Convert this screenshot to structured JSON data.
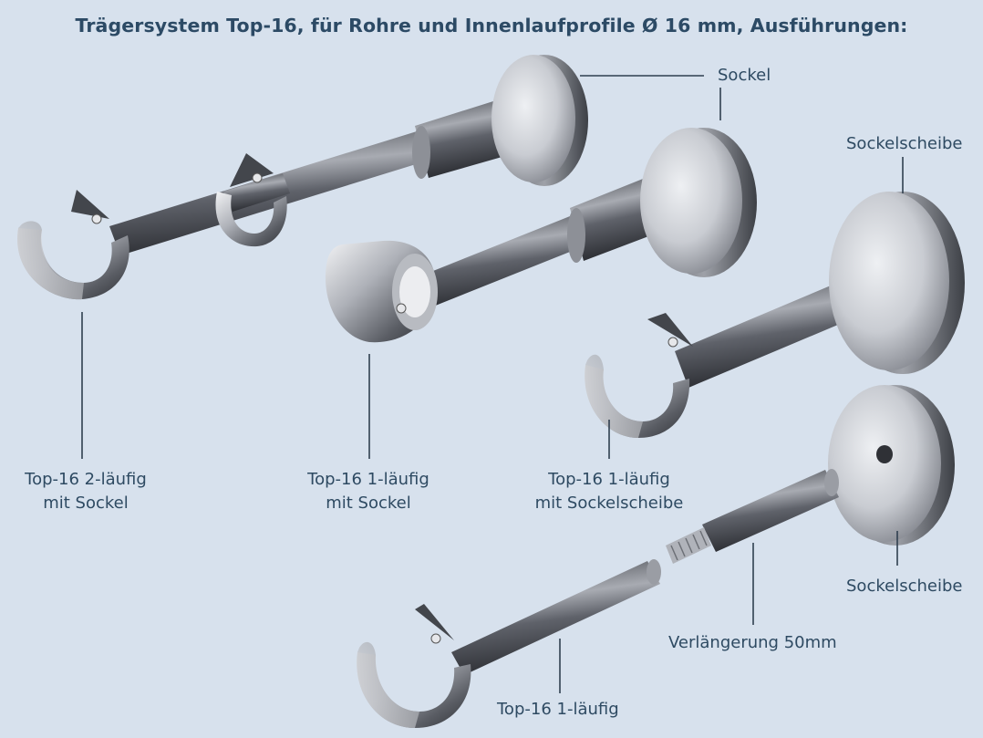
{
  "title": "Trägersystem Top-16, für Rohre und Innenlaufprofile Ø 16 mm, Ausführungen:",
  "labels": {
    "sockel": "Sockel",
    "sockelscheibe_top": "Sockelscheibe",
    "top16_2_line1": "Top-16 2-läufig",
    "top16_2_line2": "mit Sockel",
    "top16_1_sockel_line1": "Top-16 1-läufig",
    "top16_1_sockel_line2": "mit Sockel",
    "top16_1_scheibe_line1": "Top-16 1-läufig",
    "top16_1_scheibe_line2": "mit Sockelscheibe",
    "sockelscheibe_bottom": "Sockelscheibe",
    "verlaengerung": "Verlängerung 50mm",
    "top16_1": "Top-16 1-läufig"
  },
  "colors": {
    "background": "#d7e1ed",
    "text": "#2e4a62",
    "leader_line": "#2f3f4f",
    "metal_light": "#e4e6ea",
    "metal_dark": "#4a4d55"
  }
}
